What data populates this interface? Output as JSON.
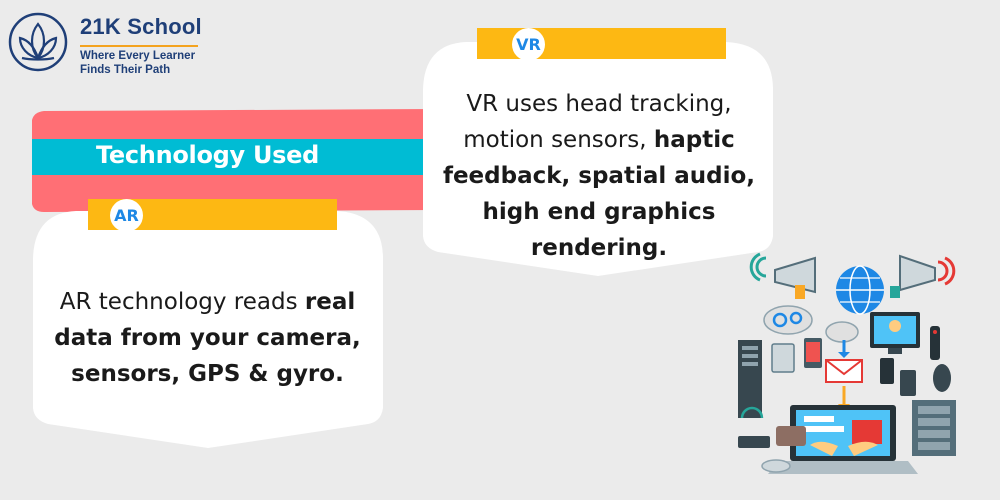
{
  "brand": {
    "name": "21K School",
    "tagline_line1": "Where Every Learner",
    "tagline_line2": "Finds Their Path",
    "primary_color": "#1f3f78",
    "accent_color": "#f4a31f"
  },
  "banner": {
    "title": "Technology Used",
    "stripe_color": "#00bcd4",
    "band_color": "#ff6f75"
  },
  "vr_card": {
    "tag": "VR",
    "text_regular": "VR uses head tracking, motion sensors,",
    "text_bold_1": "haptic feedback, spatial audio,",
    "text_bold_2": "high end graphics rendering."
  },
  "ar_card": {
    "tag": "AR",
    "text_regular": "AR technology reads",
    "text_bold_1": "real data from your camera,",
    "text_bold_2": "sensors, GPS & gyro."
  },
  "colors": {
    "background": "#ebebeb",
    "tag_bar": "#fdb813",
    "tag_text": "#1e88e5"
  },
  "illustration": {
    "icons": [
      "megaphone-icon",
      "globe-icon",
      "gear-cloud-icon",
      "computer-monitor-icon",
      "server-tower-icon",
      "mail-icon",
      "laptop-icon",
      "router-icon",
      "wifi-icon",
      "mouse-icon",
      "smartphone-icon",
      "remote-control-icon",
      "server-rack-icon"
    ]
  }
}
